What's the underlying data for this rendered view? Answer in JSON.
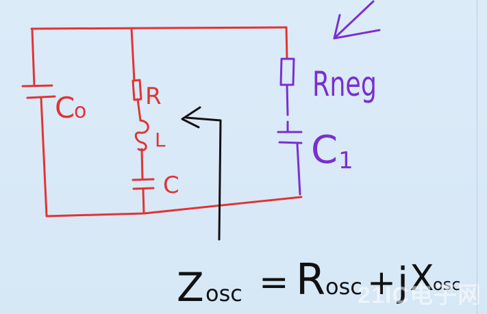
{
  "colors": {
    "background": "#dcebf8",
    "circuit_red": "#e03434",
    "purple": "#7a2fd0",
    "black": "#111111"
  },
  "labels": {
    "c0": "C",
    "c0_sub": "o",
    "r": "R",
    "l": "L",
    "c": "C",
    "rneg": "Rneg",
    "c1": "C",
    "c1_sub": "1"
  },
  "equation": {
    "z": "Z",
    "z_sub": "osc",
    "equals": "=",
    "r": "R",
    "r_sub": "osc",
    "plus": "+",
    "j": "j",
    "x": "X",
    "x_sub": "osc"
  },
  "watermark": "21IC电子网"
}
